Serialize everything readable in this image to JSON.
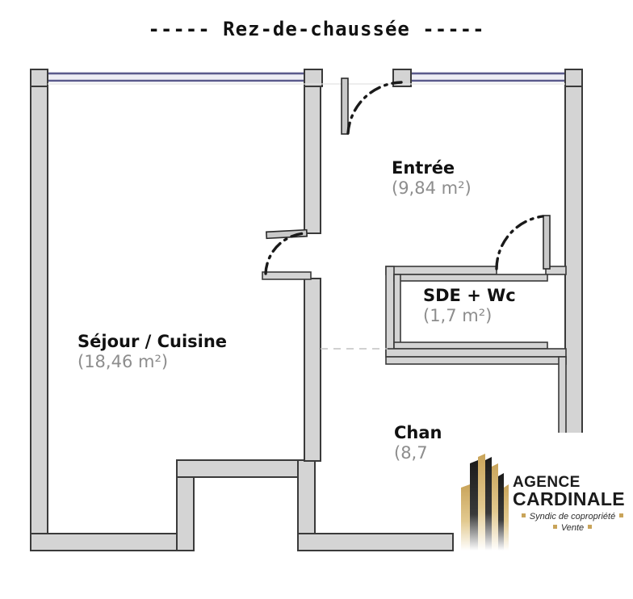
{
  "document": {
    "type": "floor-plan",
    "title": "----- Rez-de-chaussée -----",
    "level_name": "Rez-de-chaussée"
  },
  "rooms": [
    {
      "id": "sejour",
      "name": "Séjour / Cuisine",
      "area_label": "(18,46 m²)",
      "area_value": 18.46,
      "unit": "m²"
    },
    {
      "id": "entree",
      "name": "Entrée",
      "area_label": "(9,84 m²)",
      "area_value": 9.84,
      "unit": "m²"
    },
    {
      "id": "sde",
      "name": "SDE + Wc",
      "area_label": "(1,7 m²)",
      "area_value": 1.7,
      "unit": "m²"
    },
    {
      "id": "chambre",
      "name": "Chan",
      "area_label": "(8,7 ",
      "area_value": 8.7,
      "unit": "m²",
      "occluded_by_logo": true
    }
  ],
  "logo": {
    "line1": "AGENCE",
    "line2": "CARDINALE",
    "tagline1": "Syndic de copropriété",
    "tagline2": "Vente"
  },
  "colors": {
    "wall_fill": "#d4d4d4",
    "wall_stroke": "#3a3a3a",
    "window_line": "#5a5a8c",
    "room_name": "#111111",
    "room_area": "#8d8d8d",
    "logo_gold": "#c9a45a",
    "logo_dark": "#1b1b1b",
    "background": "#ffffff"
  }
}
